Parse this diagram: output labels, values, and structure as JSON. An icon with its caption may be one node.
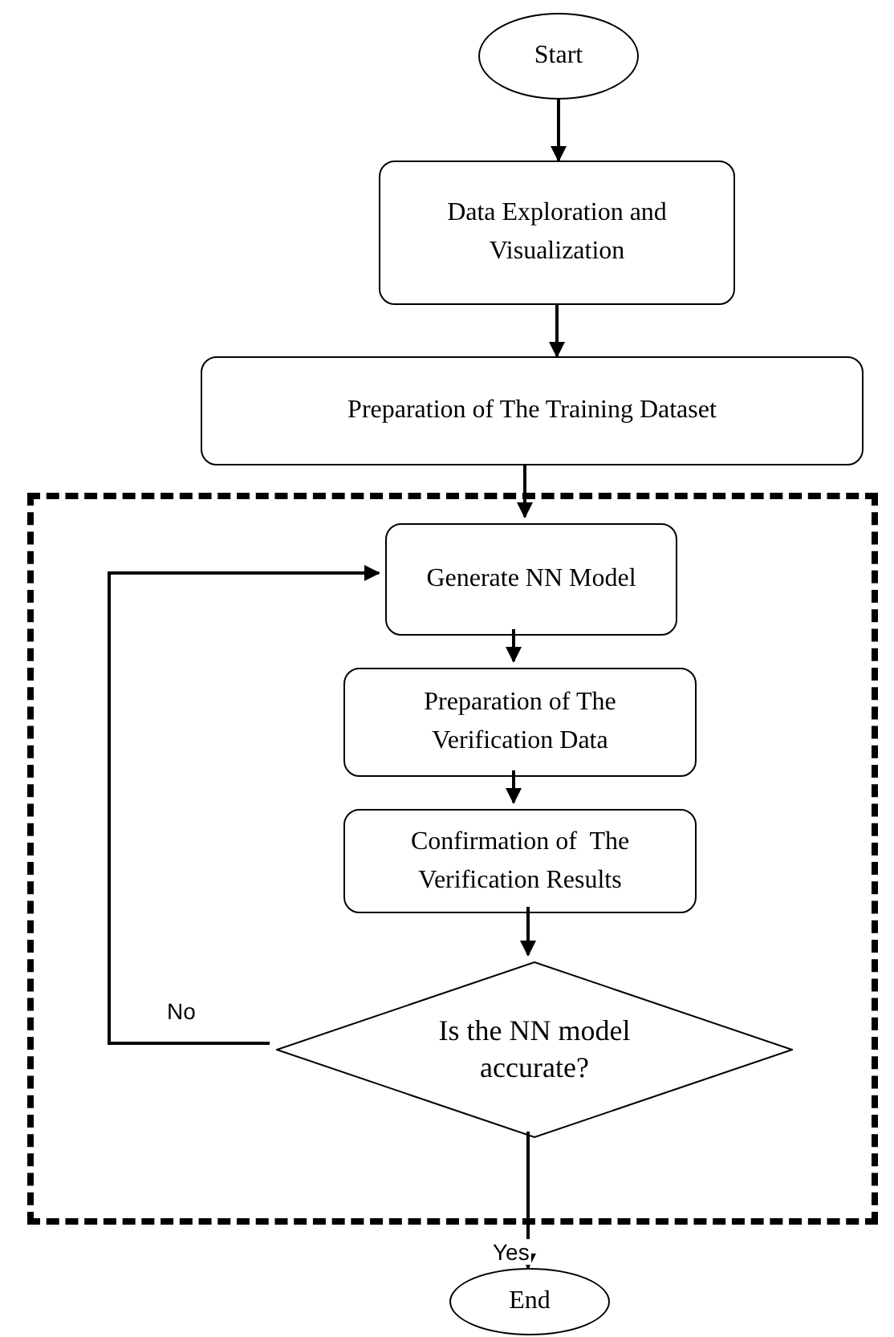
{
  "diagram": {
    "nodes": [
      {
        "text": [
          "Start"
        ]
      },
      {
        "text": [
          "Data Exploration and Visualization"
        ]
      },
      {
        "text": [
          "Preparation of The Training Dataset"
        ]
      },
      {
        "text": [],
        "shape": "box"
      },
      {
        "text": [
          "Generate NN Model"
        ],
        "in": 3
      },
      {
        "text": [
          "Preparation of The Verification Data"
        ],
        "in": 3
      },
      {
        "text": [
          "Confirmation of  The Verification Results"
        ],
        "in": 3
      },
      {
        "text": [
          "Is the NN model accurate?"
        ],
        "in": 3
      },
      {
        "text": [
          "End"
        ]
      }
    ],
    "edges": [
      {
        "from": 0,
        "to": 1,
        "arrow": "to"
      },
      {
        "from": 1,
        "to": 2,
        "arrow": "to"
      },
      {
        "from": 2,
        "to": 4,
        "arrow": "to"
      },
      {
        "from": 4,
        "to": 5,
        "arrow": "to"
      },
      {
        "from": 5,
        "to": 6,
        "arrow": "to"
      },
      {
        "from": 6,
        "to": 7,
        "arrow": "to"
      },
      {
        "from": 7,
        "to": 4,
        "arrow": "to",
        "label": "No"
      },
      {
        "from": 7,
        "to": 8,
        "arrow": "to",
        "label": "Yes"
      }
    ]
  }
}
